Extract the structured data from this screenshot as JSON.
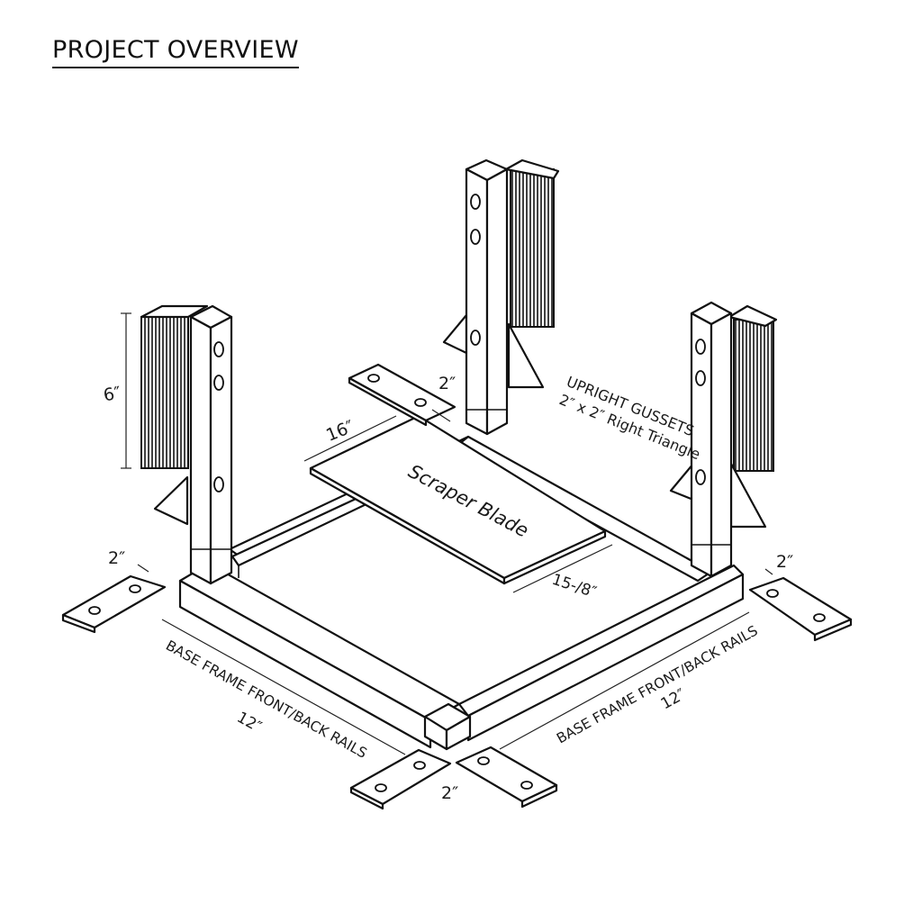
{
  "title": "PROJECT OVERVIEW",
  "labels": {
    "height_6": "6″",
    "gusset_2": "2″",
    "blade_len_16": "16″",
    "upright_gussets_line1": "UPRIGHT GUSSETS",
    "upright_gussets_line2": "2″ x 2″ Right Triangle",
    "scraper_blade": "Scraper Blade",
    "blade_width": "15-/8″",
    "left_plate_2": "2″",
    "right_plate_2": "2″",
    "front_plate_2": "2″",
    "left_rails_line1": "BASE FRAME FRONT/BACK RAILS",
    "left_rails_line2": "12″",
    "right_rails_line1": "BASE FRAME FRONT/BACK RAILS",
    "right_rails_line2": "12″"
  }
}
